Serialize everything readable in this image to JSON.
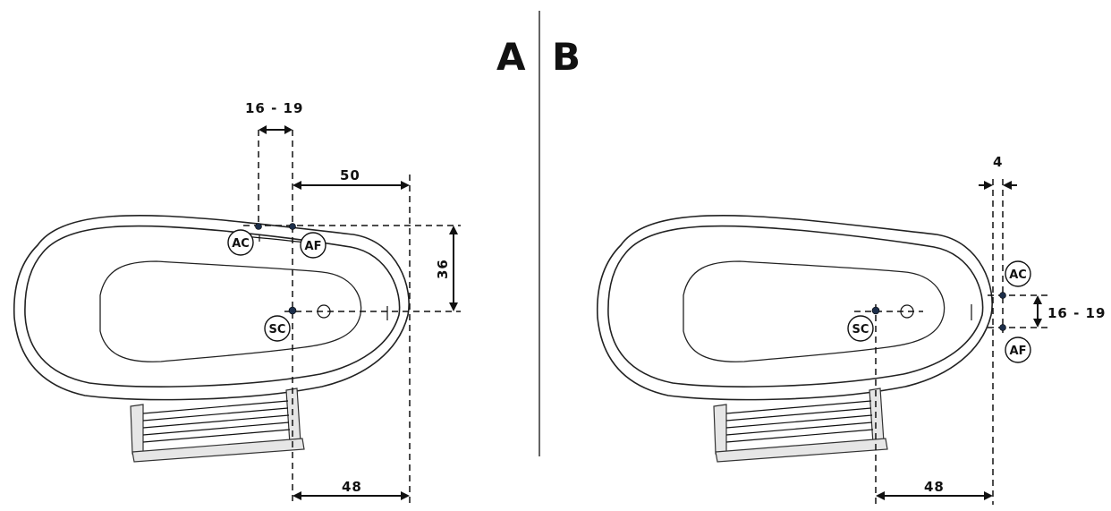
{
  "panels": {
    "a": {
      "label": "A"
    },
    "b": {
      "label": "B"
    }
  },
  "dimensions": {
    "a_top": "16 - 19",
    "a_50": "50",
    "a_36": "36",
    "a_48": "48",
    "b_4": "4",
    "b_side": "16 - 19",
    "b_48": "48"
  },
  "badges": {
    "a_ac": "AC",
    "a_af": "AF",
    "a_sc": "SC",
    "b_ac": "AC",
    "b_af": "AF",
    "b_sc": "SC"
  },
  "colors": {
    "line": "#111111",
    "point": "#1c2e4a",
    "step_fill": "#e6e6e6"
  }
}
